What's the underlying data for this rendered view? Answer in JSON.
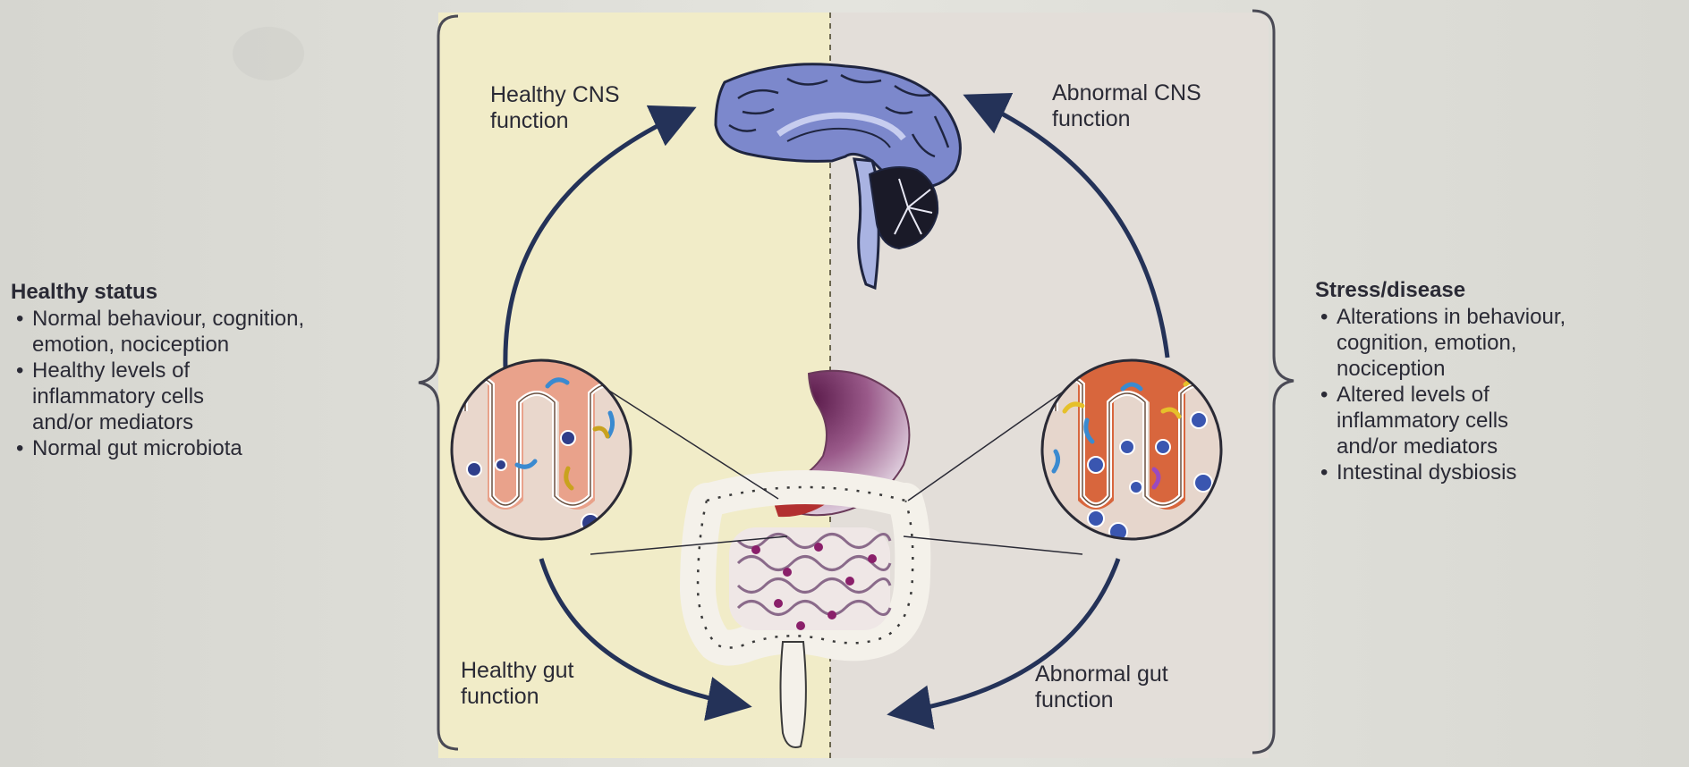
{
  "labels": {
    "healthy_cns": [
      "Healthy CNS",
      "function"
    ],
    "abnormal_cns": [
      "Abnormal CNS",
      "function"
    ],
    "healthy_gut": [
      "Healthy gut",
      "function"
    ],
    "abnormal_gut": [
      "Abnormal gut",
      "function"
    ]
  },
  "left_panel": {
    "title": "Healthy status",
    "items": [
      [
        "Normal behaviour, cognition,",
        "emotion, nociception"
      ],
      [
        "Healthy levels of",
        "inflammatory cells",
        "and/or mediators"
      ],
      [
        "Normal gut microbiota"
      ]
    ]
  },
  "right_panel": {
    "title": "Stress/disease",
    "items": [
      [
        "Alterations in behaviour,",
        "cognition, emotion,",
        "nociception"
      ],
      [
        "Altered levels of",
        "inflammatory cells",
        "and/or mediators"
      ],
      [
        "Intestinal dysbiosis"
      ]
    ]
  },
  "colors": {
    "slide_background": "#dcdcd6",
    "healthy_side": "#f1ecc8",
    "abnormal_side": "#e3ded9",
    "arrow": "#243258",
    "brain": "#7c88cc",
    "text": "#2a2a35"
  },
  "icons": [
    "brain-icon",
    "gut-icon",
    "stomach-icon",
    "healthy-villi-icon",
    "abnormal-villi-icon"
  ]
}
